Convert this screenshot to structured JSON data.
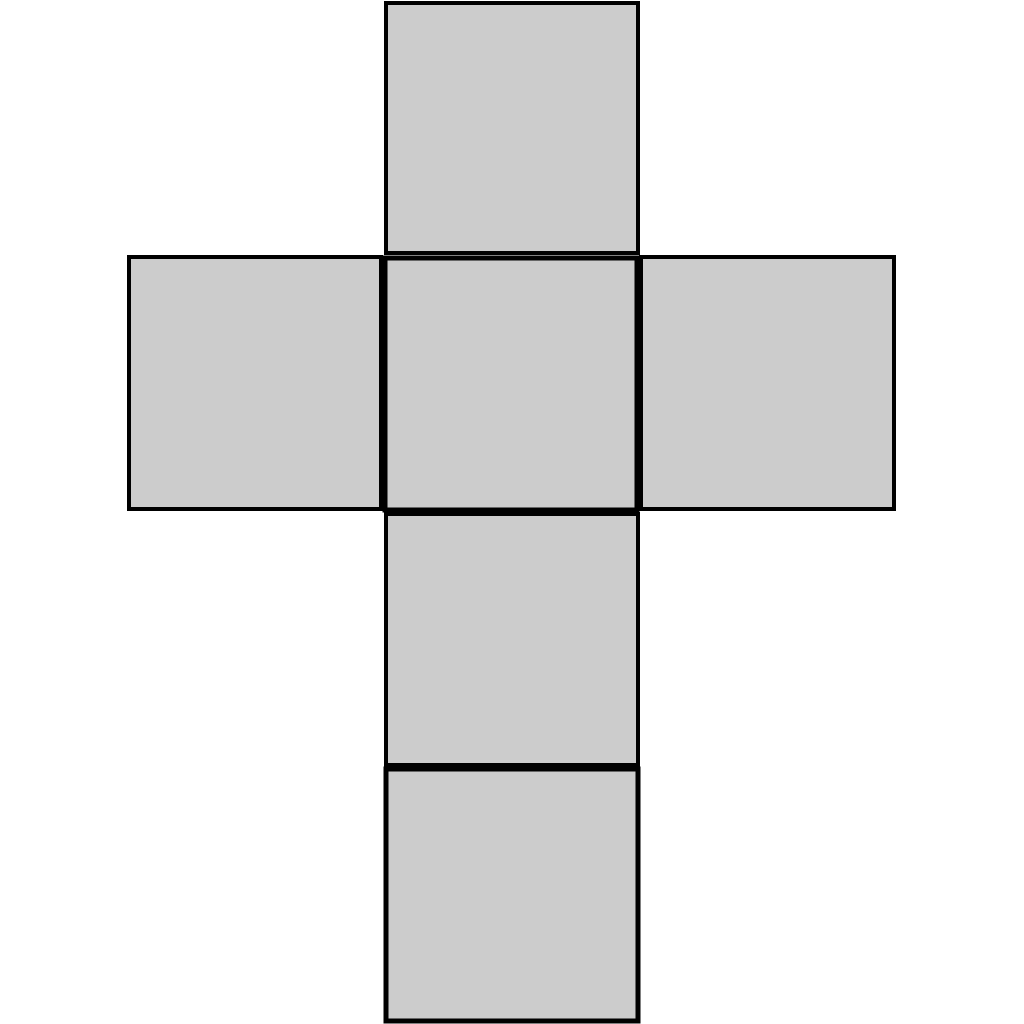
{
  "diagram": {
    "kind": "cube-net",
    "arrangement": "cross",
    "face_count": 6,
    "colors": {
      "background": "#ffffff",
      "face_fill": "#cccccc",
      "outline": "#000000"
    },
    "faces": [
      {
        "id": "top"
      },
      {
        "id": "left"
      },
      {
        "id": "center"
      },
      {
        "id": "right"
      },
      {
        "id": "lower"
      },
      {
        "id": "bottom"
      }
    ]
  }
}
